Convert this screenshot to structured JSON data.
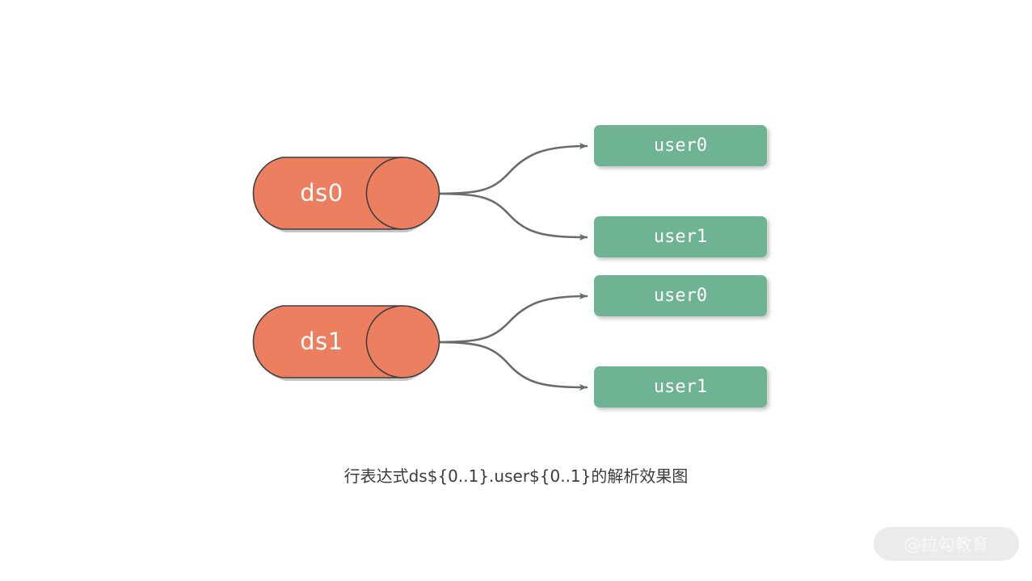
{
  "diagram": {
    "background_color": "#ffffff",
    "node_colors": {
      "datasource": "#ec7f60",
      "datasource_stroke": "#3f3f3f",
      "table": "#6fb395",
      "edge": "#6b6b6b",
      "label_text": "#ffffff"
    },
    "datasources": [
      {
        "id": "ds0",
        "label": "ds0",
        "shape": "cylinder-icon",
        "tables": [
          {
            "id": "ds0-user0",
            "label": "user0",
            "shape": "rounded-rect"
          },
          {
            "id": "ds0-user1",
            "label": "user1",
            "shape": "rounded-rect"
          }
        ]
      },
      {
        "id": "ds1",
        "label": "ds1",
        "shape": "cylinder-icon",
        "tables": [
          {
            "id": "ds1-user0",
            "label": "user0",
            "shape": "rounded-rect"
          },
          {
            "id": "ds1-user1",
            "label": "user1",
            "shape": "rounded-rect"
          }
        ]
      }
    ],
    "edge_count": 4,
    "edge_style": "curved-with-arrowhead"
  },
  "caption": {
    "text": "行表达式ds${0..1}.user${0..1}的解析效果图"
  },
  "watermark": {
    "text": "@拉勾教育"
  }
}
